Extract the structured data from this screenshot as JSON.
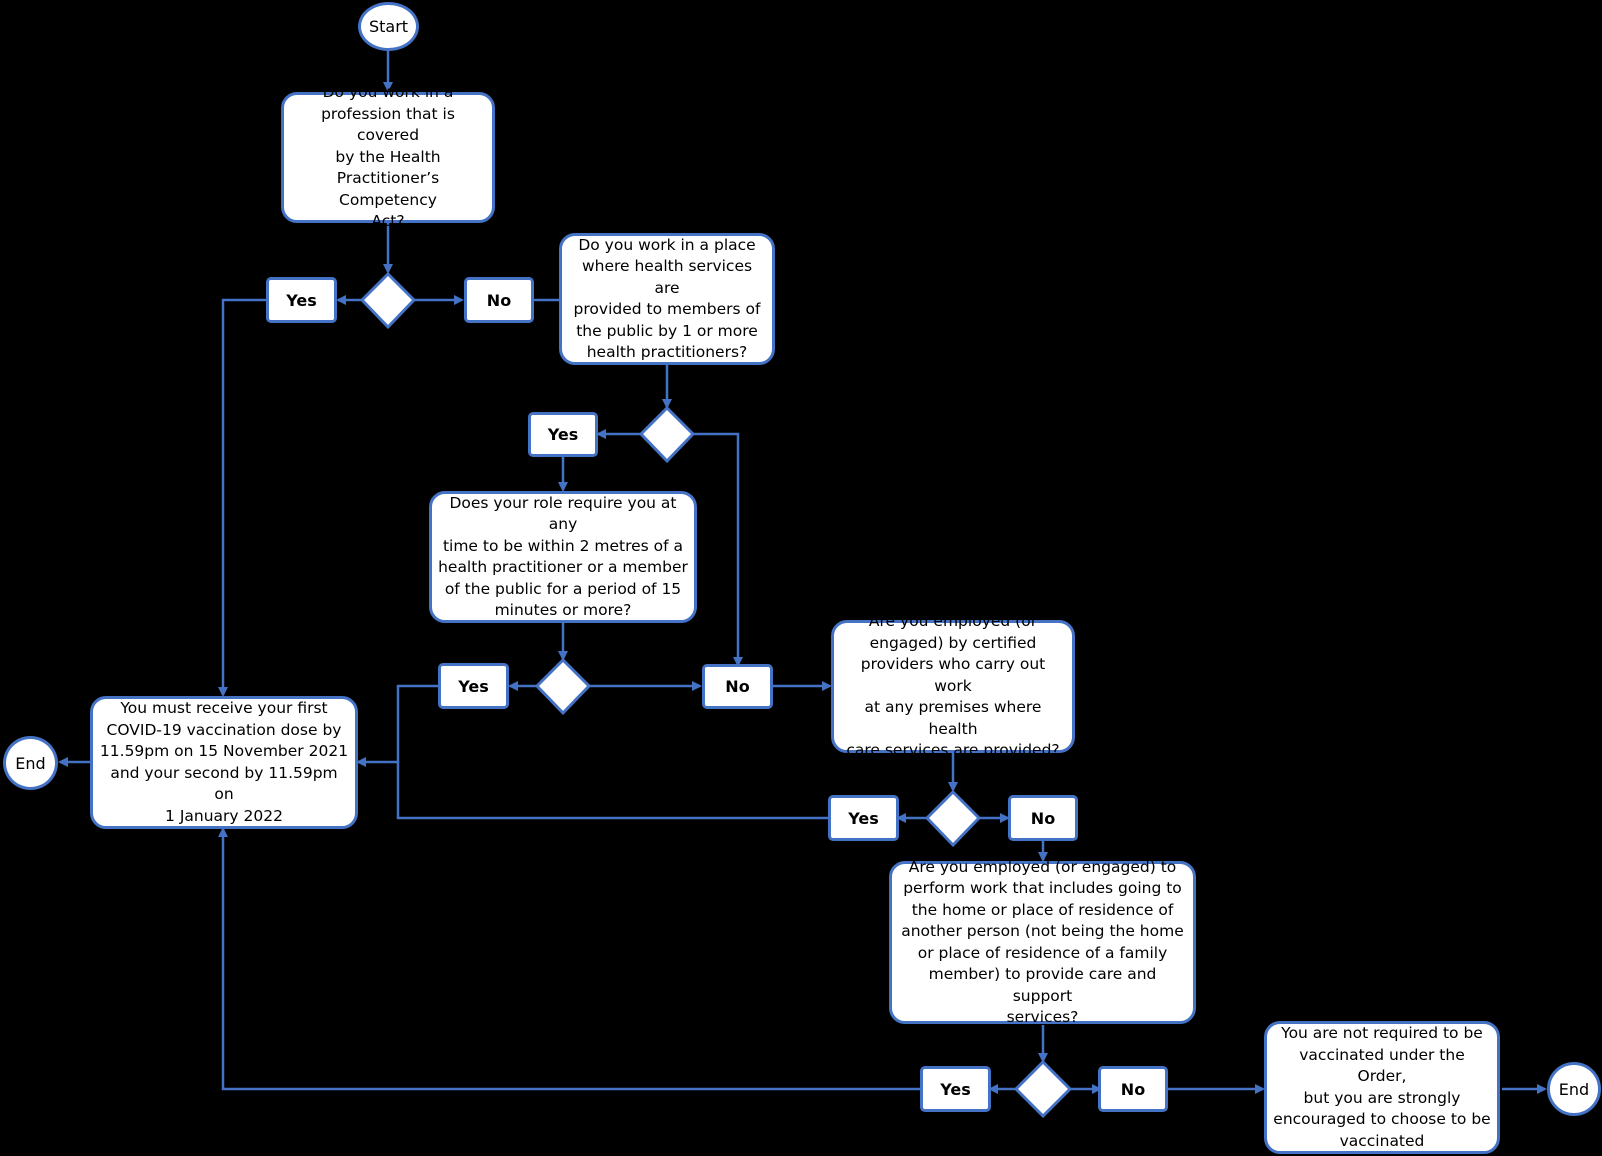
{
  "terminals": {
    "start": "Start",
    "end_left": "End",
    "end_right": "End"
  },
  "questions": {
    "q1": "Do you work in a\nprofession that is covered\nby the Health\nPractitioner’s Competency\nAct?",
    "q2": "Do you work in a place\nwhere health services are\nprovided to members of\nthe public by 1 or more\nhealth practitioners?",
    "q3": "Does your role require you at any\ntime to be within 2 metres of a\nhealth practitioner or a member\nof the public for a period of 15\nminutes or more?",
    "q4": "Are you employed (or\nengaged) by certified\nproviders who carry out work\nat any premises where health\ncare services are provided?",
    "q5": "Are you employed (or engaged) to\nperform work that includes going to\nthe home or place of residence of\nanother person (not being the home\nor place of residence of a family\nmember) to provide care and support\nservices?"
  },
  "outcomes": {
    "must_vaccinate": "You must receive your first\nCOVID-19 vaccination dose by\n11.59pm on 15 November 2021\nand your second by 11.59pm on\n1 January 2022",
    "not_required": "You are not required to be\nvaccinated under the Order,\nbut you are strongly\nencouraged to choose to be\nvaccinated"
  },
  "labels": {
    "yes": "Yes",
    "no": "No"
  },
  "colors": {
    "connector": "#4472C4",
    "background": "#000000",
    "box_fill": "#FFFFFF"
  }
}
